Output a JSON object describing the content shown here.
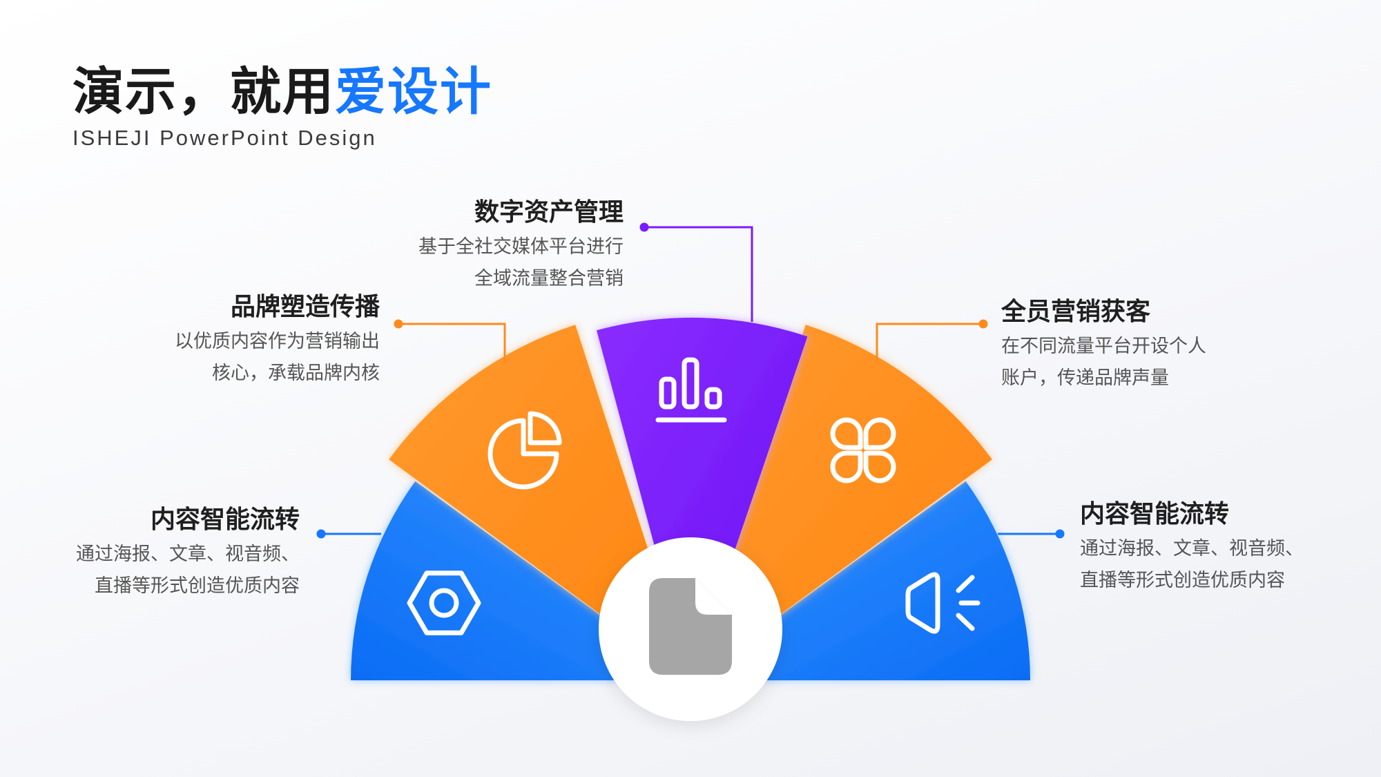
{
  "header": {
    "title_main": "演示，就用",
    "title_accent": "爱设计",
    "subtitle": "ISHEJI PowerPoint Design"
  },
  "colors": {
    "blue": "#1677ff",
    "orange": "#ff8a1d",
    "purple": "#7a1bff",
    "center_icon": "#a6a6a6"
  },
  "segments": [
    {
      "title": "内容智能流转",
      "desc_lines": [
        "通过海报、文章、视音频、",
        "直播等形式创造优质内容"
      ],
      "icon": "hexagon-nut-icon",
      "color": "blue"
    },
    {
      "title": "品牌塑造传播",
      "desc_lines": [
        "以优质内容作为营销输出",
        "核心，承载品牌内核"
      ],
      "icon": "pie-chart-icon",
      "color": "orange"
    },
    {
      "title": "数字资产管理",
      "desc_lines": [
        "基于全社交媒体平台进行",
        "全域流量整合营销"
      ],
      "icon": "bar-chart-icon",
      "color": "purple"
    },
    {
      "title": "全员营销获客",
      "desc_lines": [
        "在不同流量平台开设个人",
        "账户，传递品牌声量"
      ],
      "icon": "four-petal-icon",
      "color": "orange"
    },
    {
      "title": "内容智能流转",
      "desc_lines": [
        "通过海报、文章、视音频、",
        "直播等形式创造优质内容"
      ],
      "icon": "speaker-icon",
      "color": "blue"
    }
  ],
  "center": {
    "icon": "document-icon"
  }
}
